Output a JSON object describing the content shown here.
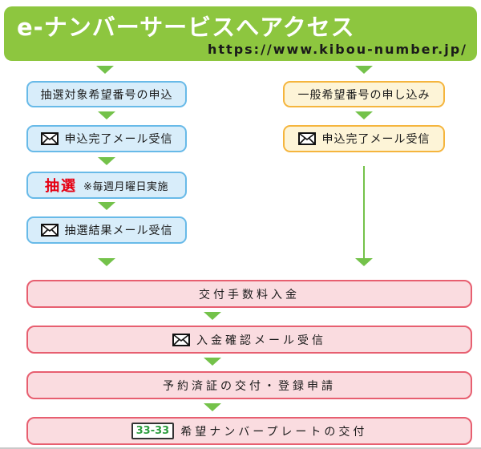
{
  "header": {
    "title": "e-ナンバーサービスへアクセス",
    "url": "https://www.kibou-number.jp/"
  },
  "columns": {
    "left": {
      "name": "lottery-target-numbers",
      "steps": [
        {
          "label": "抽選対象希望番号の申込"
        },
        {
          "label": "申込完了メール受信",
          "icon": "mail-icon"
        },
        {
          "label_em": "抽選",
          "label_note": "※毎週月曜日実施"
        },
        {
          "label": "抽選結果メール受信",
          "icon": "mail-icon"
        }
      ]
    },
    "right": {
      "name": "general-numbers",
      "steps": [
        {
          "label": "一般希望番号の申し込み"
        },
        {
          "label": "申込完了メール受信",
          "icon": "mail-icon"
        }
      ]
    }
  },
  "shared_steps": [
    {
      "label": "交付手数料入金"
    },
    {
      "label": "入金確認メール受信",
      "icon": "mail-icon"
    },
    {
      "label": "予約済証の交付・登録申請"
    },
    {
      "label": "希望ナンバープレートの交付",
      "icon": "license-plate-icon",
      "plate_text": "33-33"
    }
  ],
  "colors": {
    "header_green": "#8dc63f",
    "arrow_green": "#74c24a",
    "blue_border": "#68bae8",
    "blue_fill": "#d8edfa",
    "orange_border": "#f5b53d",
    "yellow_fill": "#fdf4d7",
    "pink_border": "#e75f70",
    "pink_fill": "#fadce0",
    "emphasis_red": "#e60012",
    "plate_green": "#2f9e41"
  }
}
